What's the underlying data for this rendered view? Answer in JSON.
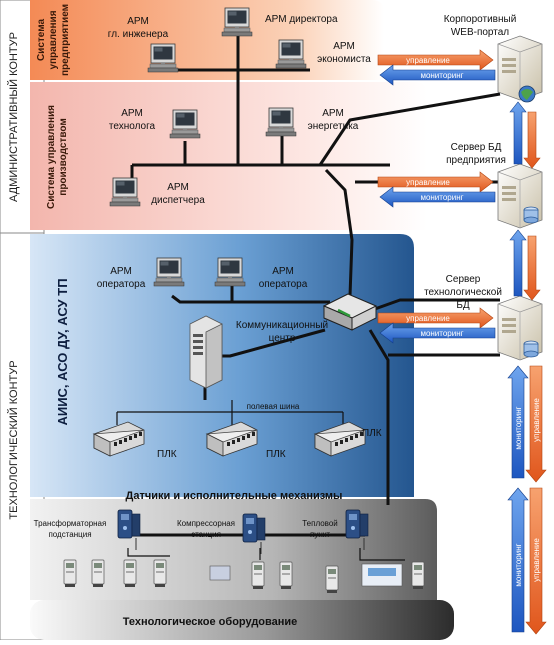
{
  "contours": {
    "admin": "АДМИНИСТРАТИВНЫЙ КОНТУР",
    "tech": "ТЕХНОЛОГИЧЕСКИЙ  КОНТУР"
  },
  "zones": {
    "enterprise_mgmt": [
      "Система",
      "управления",
      "предприятием"
    ],
    "production_mgmt": [
      "Система управления",
      "производством"
    ],
    "aiis": "АИИС, АСО ДУ, АСУ ТП",
    "sensors": "Датчики и исполнительные механизмы",
    "equipment": "Технологическое оборудование"
  },
  "workstations": {
    "director": "АРМ директора",
    "chief_engineer": [
      "АРМ",
      "гл. инженера"
    ],
    "economist": [
      "АРМ",
      "экономиста"
    ],
    "technologist": [
      "АРМ",
      "технолога"
    ],
    "power_engineer": [
      "АРМ",
      "энергетика"
    ],
    "dispatcher": [
      "АРМ",
      "диспетчера"
    ],
    "operator_1": [
      "АРМ",
      "оператора"
    ],
    "operator_2": [
      "АРМ",
      "оператора"
    ]
  },
  "servers": {
    "web_portal": [
      "Корпоротивный",
      "WEB-портал"
    ],
    "enterprise_db": [
      "Сервер БД",
      "предприятия"
    ],
    "tech_db": [
      "Сервер",
      "технологической",
      "БД"
    ]
  },
  "comm_center": [
    "Коммуникационный",
    "центр"
  ],
  "field_bus": "полевая шина",
  "plc_label": "ПЛК",
  "flows": {
    "control": "управление",
    "monitoring": "мониторинг"
  },
  "sites": {
    "transformer": [
      "Трансформаторная",
      "подстанция"
    ],
    "compressor": [
      "Компрессорная",
      "станция"
    ],
    "heat": [
      "Тепловой",
      "пункт"
    ]
  },
  "colors": {
    "enterprise_band": "#f7a070",
    "production_band": "#f6c9c0",
    "tech_band": "#4a82c0",
    "equipment_band": "#7f7f7f",
    "control_arrow": "#ec6a2c",
    "monitoring_arrow": "#2e6cd6",
    "network_line": "#111111"
  }
}
